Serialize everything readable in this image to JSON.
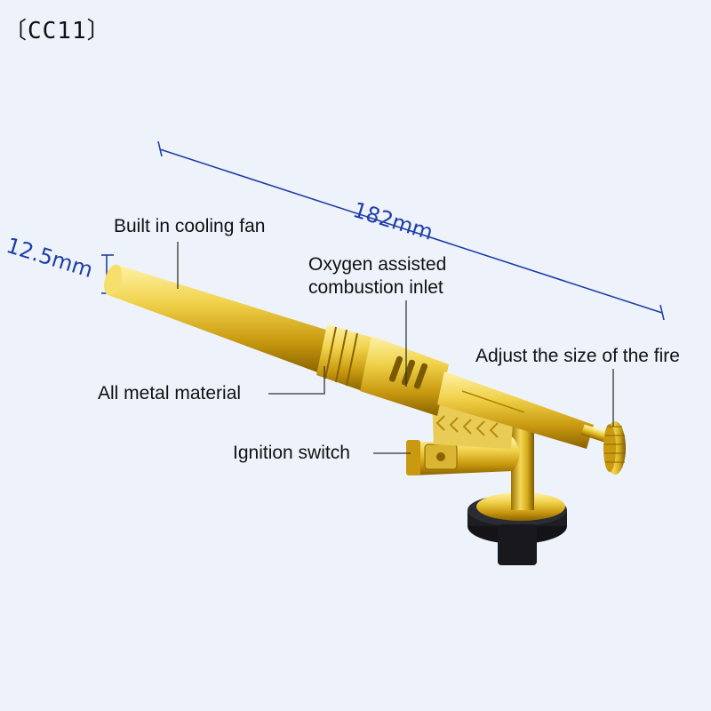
{
  "model_code": "〔CC11〕",
  "dimensions": {
    "length": "182mm",
    "diameter": "12.5mm"
  },
  "callouts": {
    "cooling_fan": "Built in cooling fan",
    "oxygen_line1": "Oxygen assisted",
    "oxygen_line2": "combustion inlet",
    "fire_adjust": "Adjust the size of the fire",
    "material": "All metal material",
    "ignition": "Ignition switch"
  },
  "colors": {
    "background": "#eef2fb",
    "dimension_line": "#1f3fa6",
    "brass": "#e6c63a",
    "base_dark": "#1d1d22"
  }
}
